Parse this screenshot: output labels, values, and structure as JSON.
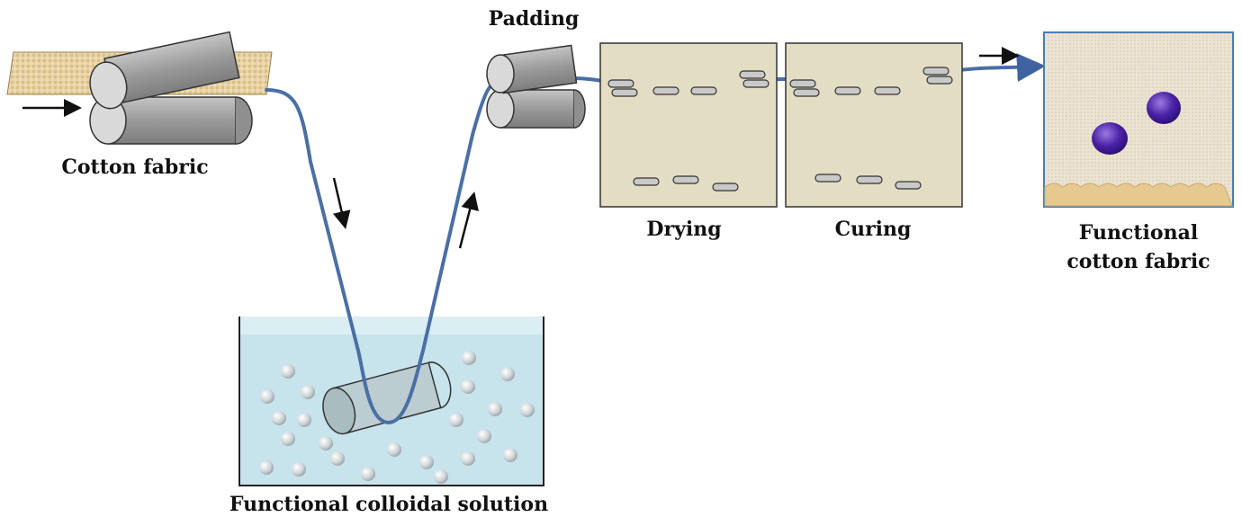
{
  "labels": {
    "cotton_fabric": "Cotton fabric",
    "padding": "Padding",
    "drying": "Drying",
    "curing": "Curing",
    "functional_fabric_line1": "Functional",
    "functional_fabric_line2": "cotton fabric",
    "colloidal_solution": "Functional colloidal solution"
  },
  "colors": {
    "fabric_path": "#4a6fa5",
    "roller_fill": "#a9a9a9",
    "roller_cap": "#d9d9d9",
    "chamber_fill": "#e3ddc4",
    "liquid": "#cde6ef",
    "fabric_sheet": "#e7d3a6",
    "droplet": "#3a1a8c",
    "cloth": "#ece5d6"
  }
}
